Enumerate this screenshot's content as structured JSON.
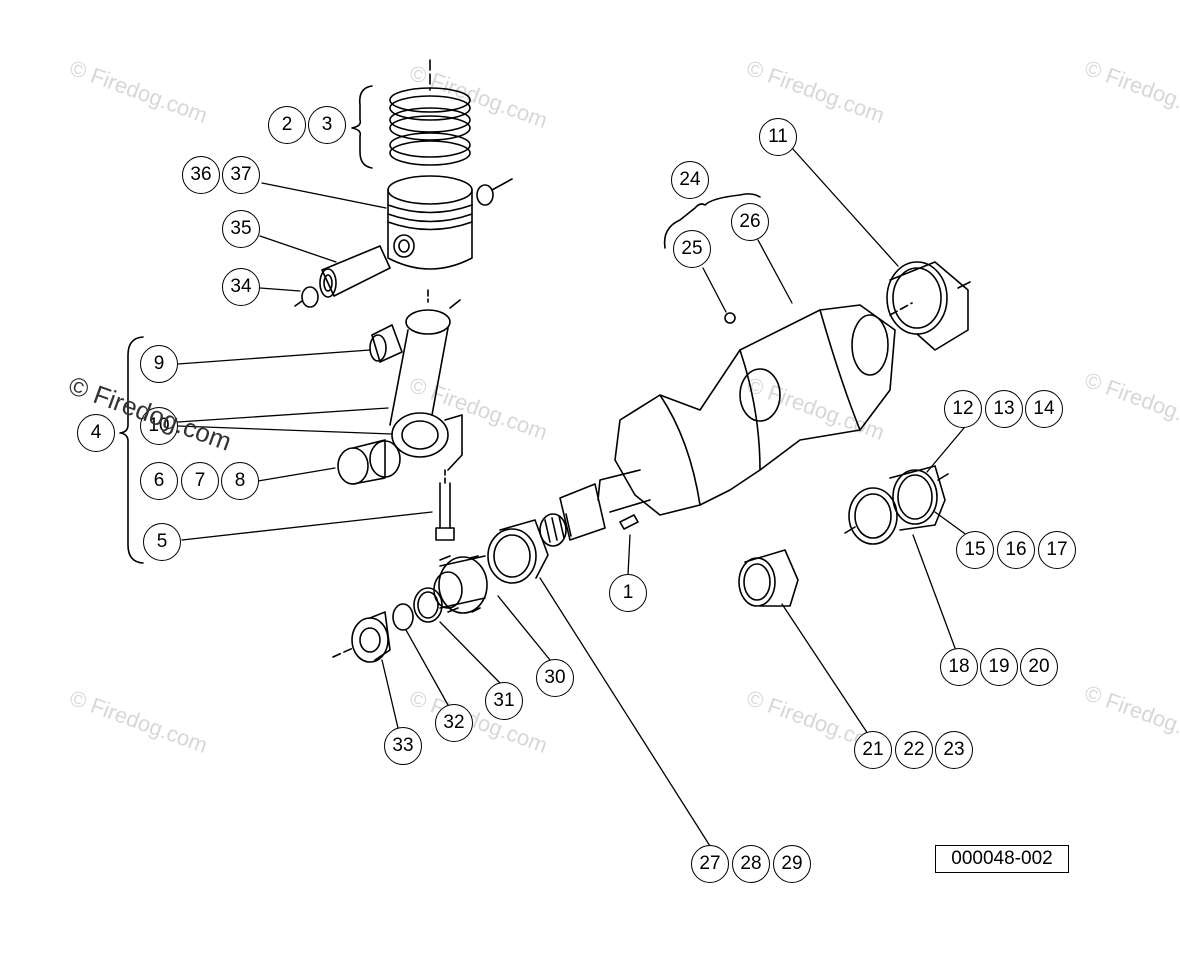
{
  "watermark": {
    "text": "© Firedog.com"
  },
  "figure_code": "000048-002",
  "callouts": {
    "c1": "1",
    "c2": "2",
    "c3": "3",
    "c4": "4",
    "c5": "5",
    "c6": "6",
    "c7": "7",
    "c8": "8",
    "c9": "9",
    "c10": "10",
    "c11": "11",
    "c12": "12",
    "c13": "13",
    "c14": "14",
    "c15": "15",
    "c16": "16",
    "c17": "17",
    "c18": "18",
    "c19": "19",
    "c20": "20",
    "c21": "21",
    "c22": "22",
    "c23": "23",
    "c24": "24",
    "c25": "25",
    "c26": "26",
    "c27": "27",
    "c28": "28",
    "c29": "29",
    "c30": "30",
    "c31": "31",
    "c32": "32",
    "c33": "33",
    "c34": "34",
    "c35": "35",
    "c36": "36",
    "c37": "37"
  }
}
